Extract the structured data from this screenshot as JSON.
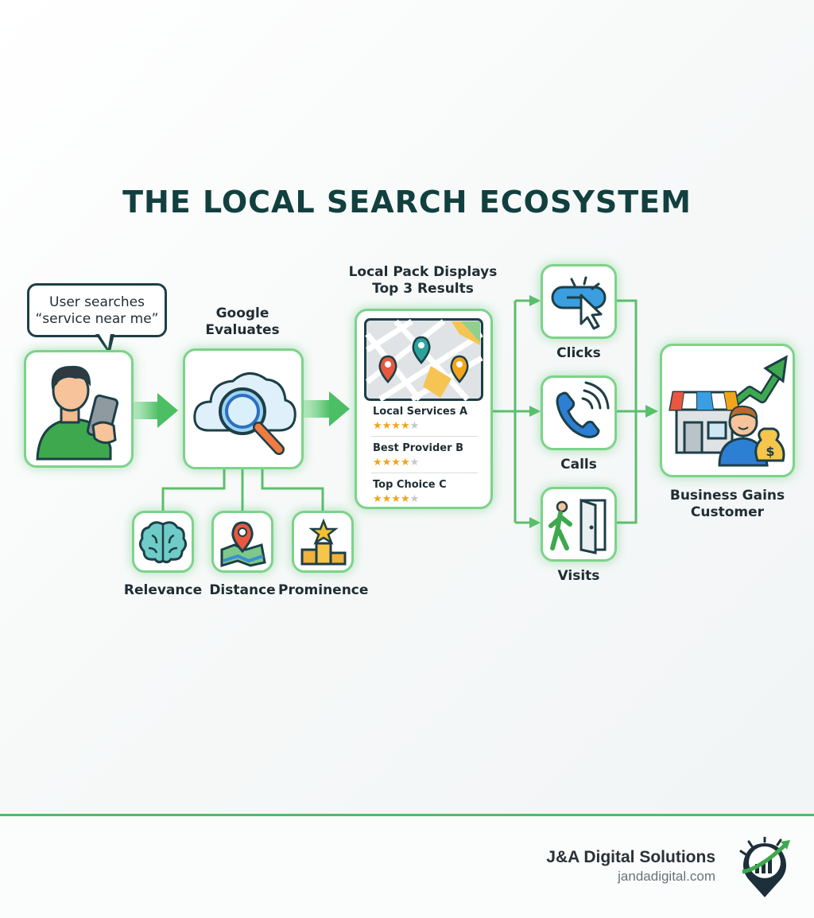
{
  "title": "THE LOCAL SEARCH ECOSYSTEM",
  "user": {
    "speech_line1": "User searches",
    "speech_line2": "“service near me”"
  },
  "google": {
    "label_line1": "Google",
    "label_line2": "Evaluates"
  },
  "factors": [
    {
      "label": "Relevance",
      "icon": "brain-icon"
    },
    {
      "label": "Distance",
      "icon": "map-pin-icon"
    },
    {
      "label": "Prominence",
      "icon": "podium-star-icon"
    }
  ],
  "local_pack": {
    "label_line1": "Local Pack Displays",
    "label_line2": "Top 3 Results",
    "results": [
      {
        "name": "Local Services A",
        "rating": 4
      },
      {
        "name": "Best Provider B",
        "rating": 4
      },
      {
        "name": "Top Choice C",
        "rating": 4
      }
    ]
  },
  "actions": [
    {
      "label": "Clicks",
      "icon": "click-cursor-icon"
    },
    {
      "label": "Calls",
      "icon": "phone-icon"
    },
    {
      "label": "Visits",
      "icon": "walk-door-icon"
    }
  ],
  "outcome": {
    "label_line1": "Business Gains",
    "label_line2": "Customer"
  },
  "footer": {
    "brand": "J&A Digital Solutions",
    "domain": "jandadigital.com"
  },
  "colors": {
    "accent_green": "#4cbe64",
    "title_dark": "#12403f",
    "star": "#f2a51a"
  }
}
